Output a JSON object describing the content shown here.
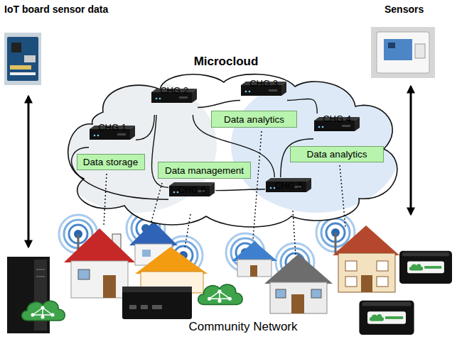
{
  "diagram": {
    "nodes": [
      {
        "text": [
          "Microcloud"
        ]
      },
      {
        "text": [
          "CHG 1"
        ],
        "in": 0
      },
      {
        "text": [
          "CHG 2"
        ],
        "in": 0
      },
      {
        "text": [
          "CHG 3"
        ],
        "in": 0
      },
      {
        "text": [
          "CHG 4"
        ],
        "in": 0
      },
      {
        "text": [
          "CHG 5"
        ],
        "in": 0
      },
      {
        "text": [
          "CHG 6"
        ],
        "in": 0
      },
      {
        "text": [
          "Data storage"
        ],
        "in": 0
      },
      {
        "text": [
          "Data management"
        ],
        "in": 0
      },
      {
        "text": [
          "Data analytics"
        ],
        "in": 0
      },
      {
        "text": [
          "Data analytics"
        ],
        "in": 0
      }
    ],
    "edges": [
      {
        "from": 1,
        "to": 2,
        "arrow": "none"
      },
      {
        "from": 2,
        "to": 3,
        "arrow": "none"
      },
      {
        "from": 3,
        "to": 4,
        "arrow": "none"
      },
      {
        "from": 2,
        "to": 6,
        "arrow": "none"
      },
      {
        "from": 2,
        "to": 5,
        "arrow": "none"
      },
      {
        "from": 6,
        "to": 5,
        "arrow": "none"
      },
      {
        "from": 4,
        "to": 5,
        "arrow": "none"
      },
      {
        "from": 1,
        "to": 6,
        "arrow": "none"
      }
    ],
    "labels": [
      "IoT board sensor data",
      "Sensors",
      "Community Network"
    ]
  }
}
